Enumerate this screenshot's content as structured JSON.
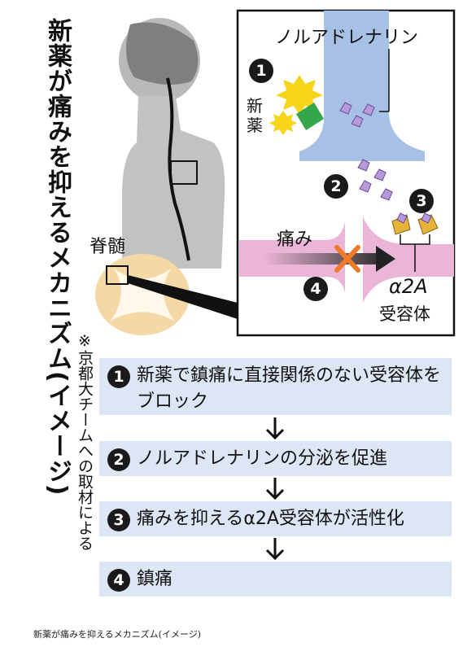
{
  "title": "新薬が痛みを抑えるメカニズム(イメージ)",
  "credit": "※京都大チームへの取材による",
  "labels": {
    "spinal_cord": "脊髄",
    "noradrenaline": "ノルアドレナリン",
    "new_drug": "新薬",
    "pain": "痛み",
    "receptor_line1": "α2A",
    "receptor_line2": "受容体"
  },
  "markers": [
    "1",
    "2",
    "3",
    "4"
  ],
  "steps": [
    {
      "num": "1",
      "text": "新薬で鎮痛に直接関係のない受容体をブロック"
    },
    {
      "num": "2",
      "text": "ノルアドレナリンの分泌を促進"
    },
    {
      "num": "3",
      "text": "痛みを抑えるα2A受容体が活性化"
    },
    {
      "num": "4",
      "text": "鎮痛"
    }
  ],
  "caption": "新薬が痛みを抑えるメカニズム(イメージ)"
}
